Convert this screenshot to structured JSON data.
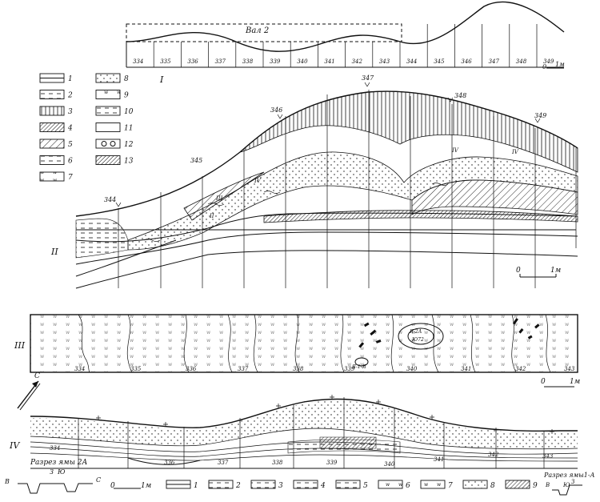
{
  "section_labels": {
    "I": "I",
    "II": "II",
    "III": "III",
    "IV": "IV"
  },
  "val_label": "Вал 2",
  "top_profile_ticks": [
    "334",
    "335",
    "336",
    "337",
    "338",
    "339",
    "340",
    "341",
    "342",
    "343",
    "344",
    "345",
    "346",
    "347",
    "348",
    "349"
  ],
  "scale_top": {
    "zero": "0",
    "unit": "1м"
  },
  "scale_section2": {
    "zero": "0",
    "unit": "1м"
  },
  "scale_plan3": {
    "zero": "0",
    "unit": "1м"
  },
  "scale_bottom": {
    "zero": "0",
    "unit": "1м"
  },
  "section2_points": {
    "p344": "344",
    "p345": "345",
    "p346": "346",
    "p347": "347",
    "p348": "348",
    "p349": "349"
  },
  "layer_numerals": [
    "IV",
    "III",
    "II",
    "IV",
    "IV"
  ],
  "legend_top": [
    {
      "num": "1"
    },
    {
      "num": "2"
    },
    {
      "num": "3"
    },
    {
      "num": "4"
    },
    {
      "num": "5"
    },
    {
      "num": "6"
    },
    {
      "num": "7"
    },
    {
      "num": "8"
    },
    {
      "num": "9"
    },
    {
      "num": "10"
    },
    {
      "num": "11"
    },
    {
      "num": "12"
    },
    {
      "num": "13"
    }
  ],
  "plan3_squares": [
    "334",
    "335",
    "336",
    "337",
    "338",
    "339",
    "340",
    "341",
    "342",
    "343"
  ],
  "plan3_finds": {
    "a": "Я-2А",
    "b": "Ю72",
    "c": "Я-1-Я"
  },
  "north_letter": "С",
  "section4_squares": [
    "334",
    "336",
    "337",
    "338",
    "339",
    "340",
    "341",
    "342",
    "343"
  ],
  "pit_2a": {
    "title": "Разрез ямы 2А",
    "labels": [
      "В",
      "З",
      "Ю",
      "С"
    ]
  },
  "pit_1a": {
    "title": "Разрез ямы1-А",
    "labels": [
      "В",
      "Ю",
      "З"
    ]
  },
  "legend_bottom": [
    {
      "num": "1"
    },
    {
      "num": "2"
    },
    {
      "num": "3"
    },
    {
      "num": "4"
    },
    {
      "num": "5"
    },
    {
      "num": "6"
    },
    {
      "num": "7"
    },
    {
      "num": "8"
    },
    {
      "num": "9"
    }
  ]
}
